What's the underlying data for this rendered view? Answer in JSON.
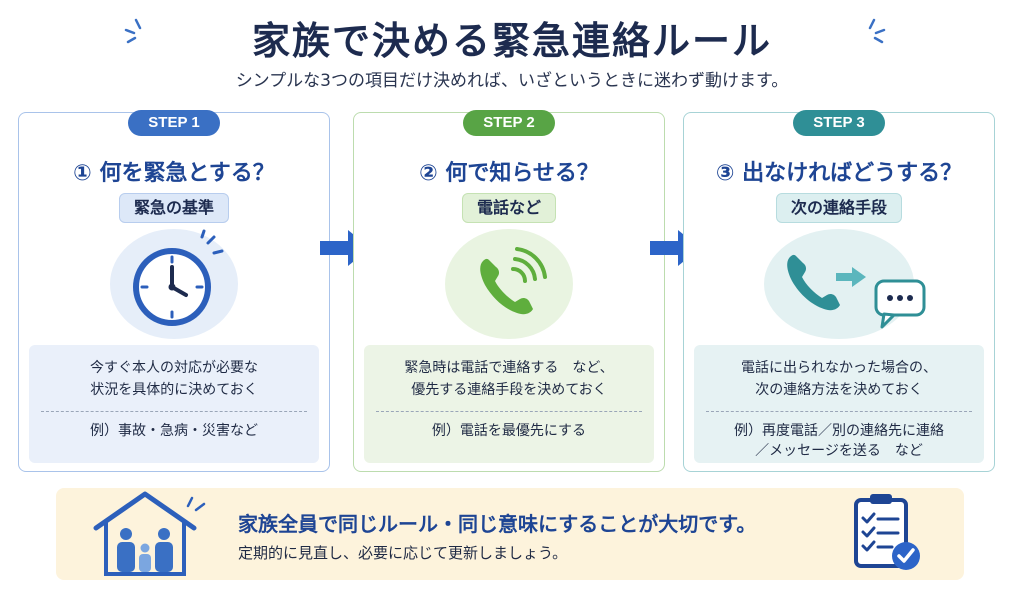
{
  "header": {
    "title": "家族で決める緊急連絡ルール",
    "subtitle": "シンプルな3つの項目だけ決めれば、いざというときに迷わず動けます。"
  },
  "steps": [
    {
      "badge": "STEP 1",
      "title": "① 何を緊急とする？",
      "tag": "緊急の基準",
      "icon": "clock-icon",
      "desc_line1": "今すぐ本人の対応が必要な",
      "desc_line2": "状況を具体的に決めておく",
      "example_line1": "例）事故・急病・災害など",
      "example_line2": ""
    },
    {
      "badge": "STEP 2",
      "title": "② 何で知らせる？",
      "tag": "電話など",
      "icon": "phone-icon",
      "desc_line1": "緊急時は電話で連絡する　など、",
      "desc_line2": "優先する連絡手段を決めておく",
      "example_line1": "例）電話を最優先にする",
      "example_line2": ""
    },
    {
      "badge": "STEP 3",
      "title": "③ 出なければどうする？",
      "tag": "次の連絡手段",
      "icon": "phone-to-message-icon",
      "desc_line1": "電話に出られなかった場合の、",
      "desc_line2": "次の連絡方法を決めておく",
      "example_line1": "例）再度電話／別の連絡先に連絡",
      "example_line2": "／メッセージを送る　など"
    }
  ],
  "footer": {
    "main": "家族全員で同じルール・同じ意味にすることが大切です。",
    "sub": "定期的に見直し、必要に応じて更新しましょう。"
  },
  "colors": {
    "step1": "#3a70c4",
    "step2": "#58a445",
    "step3": "#2f8f96",
    "title": "#1d2b4f",
    "footer_bg": "#fdf3dc"
  }
}
